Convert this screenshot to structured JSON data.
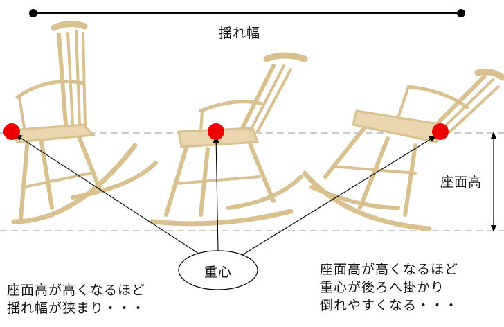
{
  "labels": {
    "swing_width": "揺れ幅",
    "seat_height": "座面高",
    "center_of_gravity": "重心"
  },
  "notes": {
    "left": [
      "座面高が高くなるほど",
      "揺れ幅が狭まり・・・"
    ],
    "right": [
      "座面高が高くなるほど",
      "重心が後ろへ掛かり",
      "倒れやすくなる・・・"
    ]
  },
  "colors": {
    "gravity_dot": "#ee0000",
    "wood": "#e9d5ac",
    "guide_line": "#aaaaaa"
  }
}
